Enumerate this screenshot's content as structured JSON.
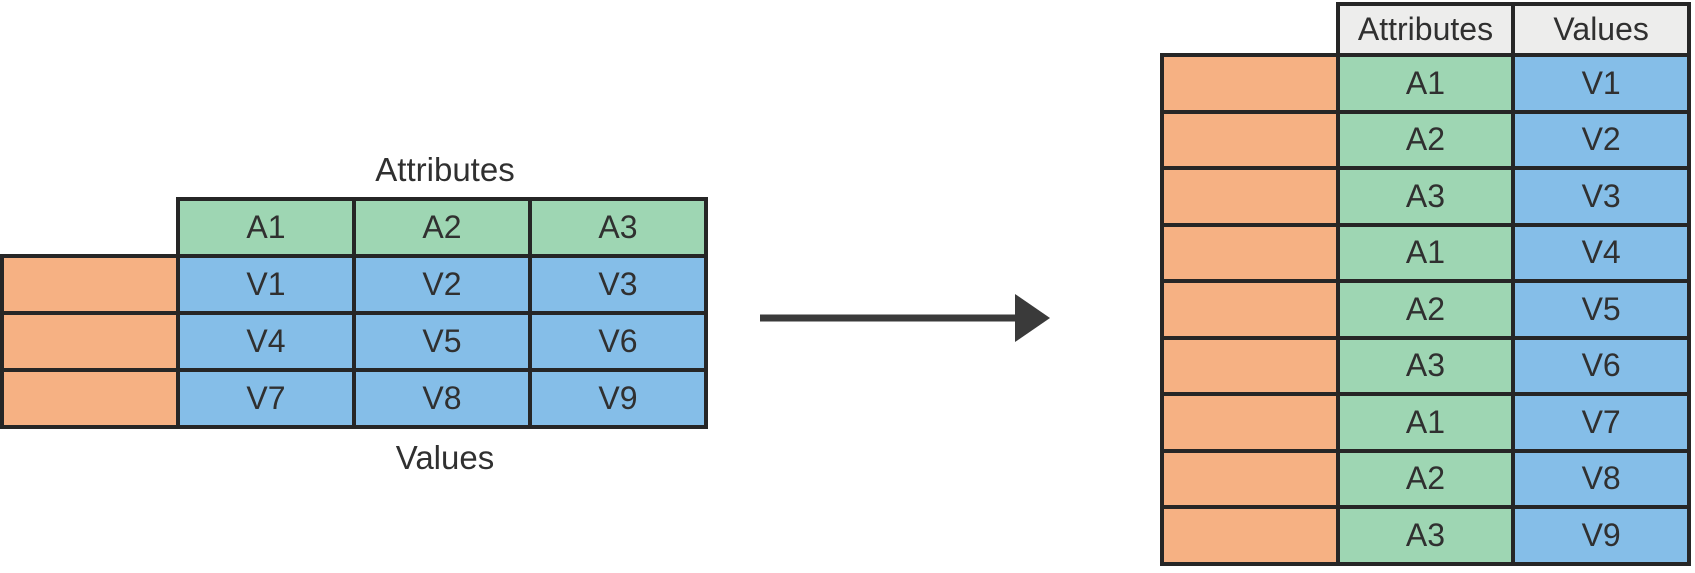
{
  "colors": {
    "orange": "#F6B183",
    "green": "#9ED6B3",
    "blue": "#85BEE8",
    "header_gray": "#EDEDEC",
    "border": "#262626",
    "text": "#303030",
    "arrow": "#3A3A3A"
  },
  "source_table": {
    "attributes_label": "Attributes",
    "values_label": "Values",
    "column_headers": [
      "A1",
      "A2",
      "A3"
    ],
    "rows": [
      [
        "V1",
        "V2",
        "V3"
      ],
      [
        "V4",
        "V5",
        "V6"
      ],
      [
        "V7",
        "V8",
        "V9"
      ]
    ]
  },
  "result_table": {
    "column_headers": [
      "Attributes",
      "Values"
    ],
    "rows": [
      [
        "A1",
        "V1"
      ],
      [
        "A2",
        "V2"
      ],
      [
        "A3",
        "V3"
      ],
      [
        "A1",
        "V4"
      ],
      [
        "A2",
        "V5"
      ],
      [
        "A3",
        "V6"
      ],
      [
        "A1",
        "V7"
      ],
      [
        "A2",
        "V8"
      ],
      [
        "A3",
        "V9"
      ]
    ]
  }
}
